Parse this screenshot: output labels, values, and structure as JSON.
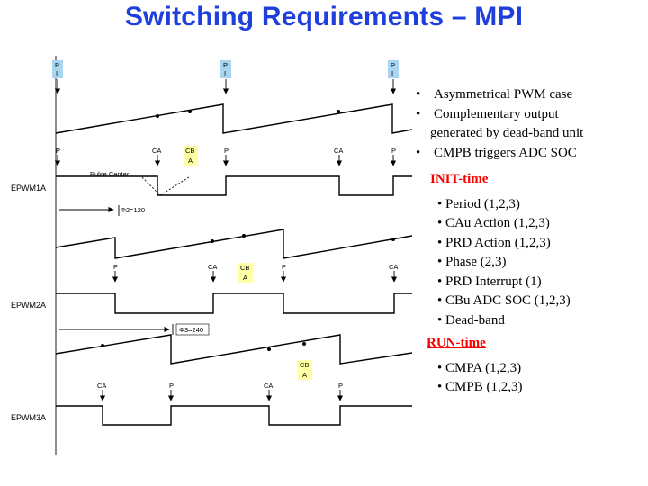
{
  "title": "Switching Requirements – MPI",
  "diagram": {
    "signal_labels": [
      "EPWM1A",
      "EPWM2A",
      "EPWM3A"
    ],
    "pulse_center_label": "Pulse Center",
    "phase2_label": "Φ2=120",
    "phase3_label": "Φ3=240",
    "event_p": "P",
    "event_ca": "CA",
    "event_cb": "CB",
    "event_a": "A",
    "event_i": "I"
  },
  "notes": {
    "bullets": [
      {
        "text": "Asymmetrical PWM case"
      },
      {
        "text": "Complementary output",
        "continuation": "generated by dead-band unit"
      },
      {
        "text": "CMPB triggers ADC SOC"
      }
    ],
    "init_title": "INIT-time",
    "init_items": [
      "Period (1,2,3)",
      "CAu Action (1,2,3)",
      "PRD Action (1,2,3)",
      "Phase (2,3)",
      "PRD Interrupt (1)",
      "CBu ADC SOC (1,2,3)",
      "Dead-band"
    ],
    "run_title": "RUN-time",
    "run_items": [
      "CMPA (1,2,3)",
      "CMPB (1,2,3)"
    ]
  }
}
